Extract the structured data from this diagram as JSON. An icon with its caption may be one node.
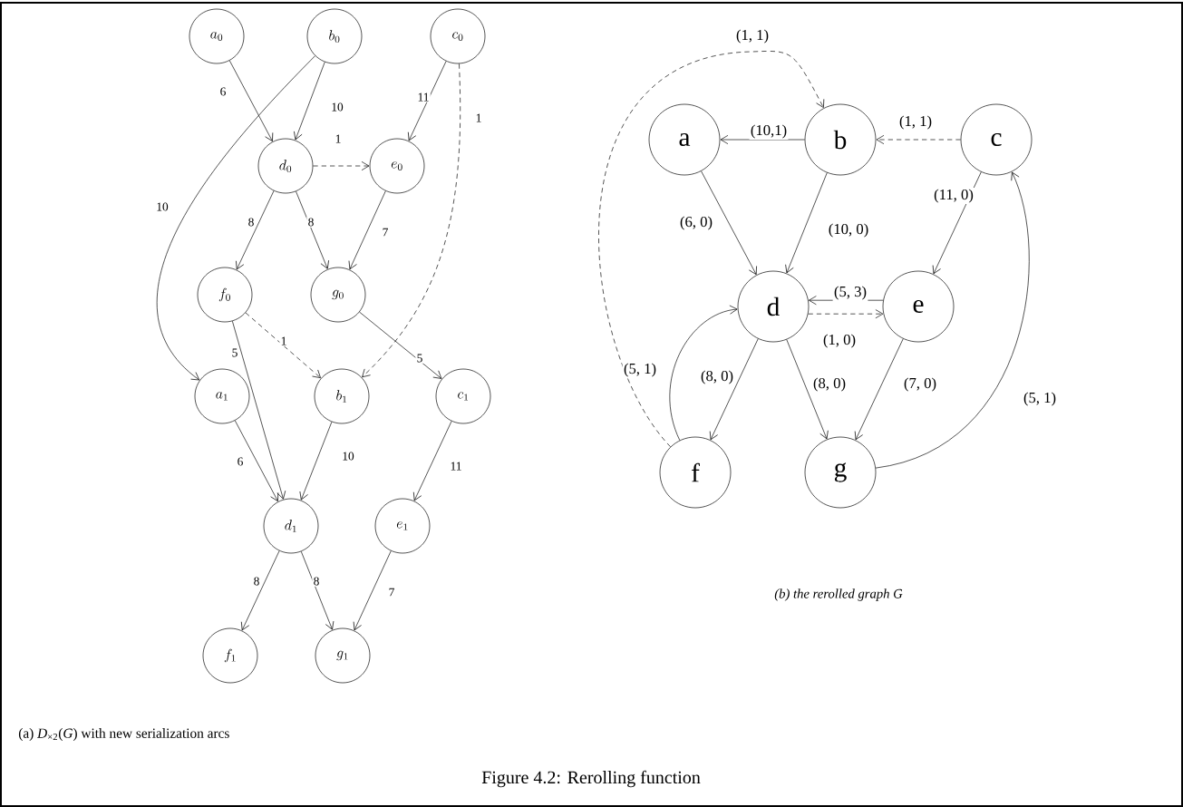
{
  "diagram": {
    "caption": "Figure 4.2: Rerolling function",
    "nodes": [
      {
        "text": [
          "a_0"
        ]
      },
      {
        "text": [
          "b_0"
        ]
      },
      {
        "text": [
          "c_0"
        ]
      },
      {
        "text": [
          "d_0"
        ]
      },
      {
        "text": [
          "e_0"
        ]
      },
      {
        "text": [
          "f_0"
        ]
      },
      {
        "text": [
          "g_0"
        ]
      },
      {
        "text": [
          "a_1"
        ]
      },
      {
        "text": [
          "b_1"
        ]
      },
      {
        "text": [
          "c_1"
        ]
      },
      {
        "text": [
          "d_1"
        ]
      },
      {
        "text": [
          "e_1"
        ]
      },
      {
        "text": [
          "f_1"
        ]
      },
      {
        "text": [
          "g_1"
        ]
      },
      {
        "text": [
          "a"
        ]
      },
      {
        "text": [
          "b"
        ]
      },
      {
        "text": [
          "c"
        ]
      },
      {
        "text": [
          "d"
        ]
      },
      {
        "text": [
          "e"
        ]
      },
      {
        "text": [
          "f"
        ]
      },
      {
        "text": [
          "g"
        ]
      }
    ],
    "edges": [
      {
        "from": 0,
        "to": 3,
        "arrow": "to",
        "label": "6"
      },
      {
        "from": 1,
        "to": 3,
        "arrow": "to",
        "label": "10"
      },
      {
        "from": 1,
        "to": 7,
        "arrow": "to",
        "label": "10"
      },
      {
        "from": 2,
        "to": 4,
        "arrow": "to",
        "label": "11"
      },
      {
        "from": 2,
        "to": 8,
        "arrow": "to",
        "label": "1",
        "style": "dashed"
      },
      {
        "from": 3,
        "to": 4,
        "arrow": "to",
        "label": "1",
        "style": "dashed"
      },
      {
        "from": 3,
        "to": 5,
        "arrow": "to",
        "label": "8"
      },
      {
        "from": 3,
        "to": 6,
        "arrow": "to",
        "label": "8"
      },
      {
        "from": 4,
        "to": 6,
        "arrow": "to",
        "label": "7"
      },
      {
        "from": 5,
        "to": 8,
        "arrow": "to",
        "label": "1",
        "style": "dashed"
      },
      {
        "from": 5,
        "to": 10,
        "arrow": "to",
        "label": "5"
      },
      {
        "from": 6,
        "to": 9,
        "arrow": "to",
        "label": "5"
      },
      {
        "from": 7,
        "to": 10,
        "arrow": "to",
        "label": "6"
      },
      {
        "from": 8,
        "to": 10,
        "arrow": "to",
        "label": "10"
      },
      {
        "from": 9,
        "to": 11,
        "arrow": "to",
        "label": "11"
      },
      {
        "from": 10,
        "to": 12,
        "arrow": "to",
        "label": "8"
      },
      {
        "from": 10,
        "to": 13,
        "arrow": "to",
        "label": "8"
      },
      {
        "from": 11,
        "to": 13,
        "arrow": "to",
        "label": "7"
      },
      {
        "from": 15,
        "to": 14,
        "arrow": "to",
        "label": "(10,1)"
      },
      {
        "from": 16,
        "to": 15,
        "arrow": "to",
        "label": "(1, 1)",
        "style": "dashed"
      },
      {
        "from": 19,
        "to": 15,
        "arrow": "to",
        "label": "(1, 1)",
        "style": "dashed"
      },
      {
        "from": 14,
        "to": 17,
        "arrow": "to",
        "label": "(6, 0)"
      },
      {
        "from": 15,
        "to": 17,
        "arrow": "to",
        "label": "(10, 0)"
      },
      {
        "from": 16,
        "to": 18,
        "arrow": "to",
        "label": "(11, 0)"
      },
      {
        "from": 18,
        "to": 17,
        "arrow": "to",
        "label": "(5, 3)"
      },
      {
        "from": 17,
        "to": 18,
        "arrow": "to",
        "label": "(1, 0)",
        "style": "dashed"
      },
      {
        "from": 19,
        "to": 17,
        "arrow": "to",
        "label": "(5, 1)"
      },
      {
        "from": 17,
        "to": 19,
        "arrow": "to",
        "label": "(8, 0)"
      },
      {
        "from": 17,
        "to": 20,
        "arrow": "to",
        "label": "(8, 0)"
      },
      {
        "from": 18,
        "to": 20,
        "arrow": "to",
        "label": "(7, 0)"
      },
      {
        "from": 20,
        "to": 16,
        "arrow": "to",
        "label": "(5, 1)"
      }
    ],
    "labels": [
      "(a) *D*$_{×2}$(*G*) with new serialization arcs",
      "(b) the rerolled graph G"
    ]
  }
}
